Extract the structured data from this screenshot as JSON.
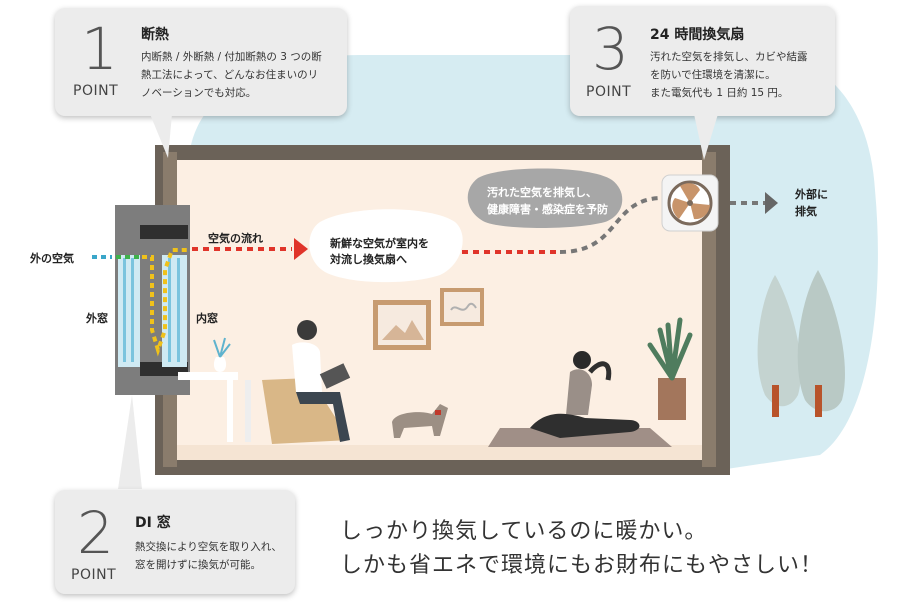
{
  "points": [
    {
      "number": "1",
      "label": "POINT",
      "title": "断熱",
      "body": [
        "内断熱 / 外断熱 / 付加断熱の 3 つの断",
        "熱工法によって、どんなお住まいのリ",
        "ノベーションでも対応。"
      ]
    },
    {
      "number": "2",
      "label": "POINT",
      "title": "DI 窓",
      "body": [
        "熱交換により空気を取り入れ、",
        "窓を開けずに換気が可能。"
      ]
    },
    {
      "number": "3",
      "label": "POINT",
      "title": "24 時間換気扇",
      "body": [
        "汚れた空気を排気し、カビや結露",
        "を防いで住環境を清潔に。",
        "また電気代も 1 日約 15 円。"
      ]
    }
  ],
  "labels": {
    "outside_air": "外の空気",
    "outer_window": "外窓",
    "inner_window": "内窓",
    "air_flow": "空気の流れ",
    "fresh_air": [
      "新鮮な空気が室内を",
      "対流し換気扇へ"
    ],
    "dirty_air": [
      "汚れた空気を排気し、",
      "健康障害・感染症を予防"
    ],
    "exhaust": [
      "外部に",
      "排気"
    ]
  },
  "tagline": [
    "しっかり換気しているのに暖かい。",
    "しかも省エネで環境にもお財布にもやさしい！"
  ],
  "colors": {
    "wall": "#6b6258",
    "room": "#fcefe3",
    "sky": "#d6ecf2",
    "flow": "#e0342a",
    "exhaust_flow": "#777777"
  }
}
